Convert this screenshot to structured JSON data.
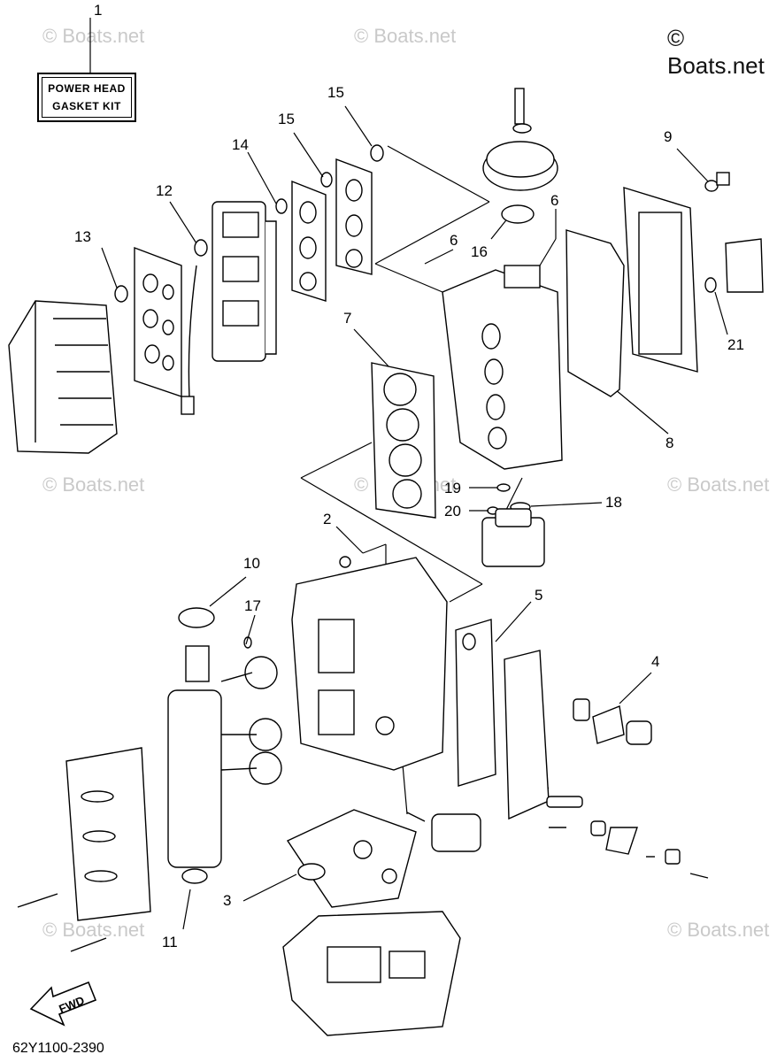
{
  "watermark": {
    "main": "© Boats.net",
    "faint": "© Boats.net"
  },
  "kit_label": {
    "line1": "POWER HEAD",
    "line2": "GASKET KIT"
  },
  "callouts": [
    "1",
    "2",
    "3",
    "4",
    "5",
    "6",
    "6",
    "7",
    "8",
    "9",
    "10",
    "11",
    "12",
    "13",
    "14",
    "15",
    "15",
    "16",
    "17",
    "18",
    "19",
    "20",
    "21"
  ],
  "fwd_label": "FWD",
  "diagram_code": "62Y1100-2390"
}
